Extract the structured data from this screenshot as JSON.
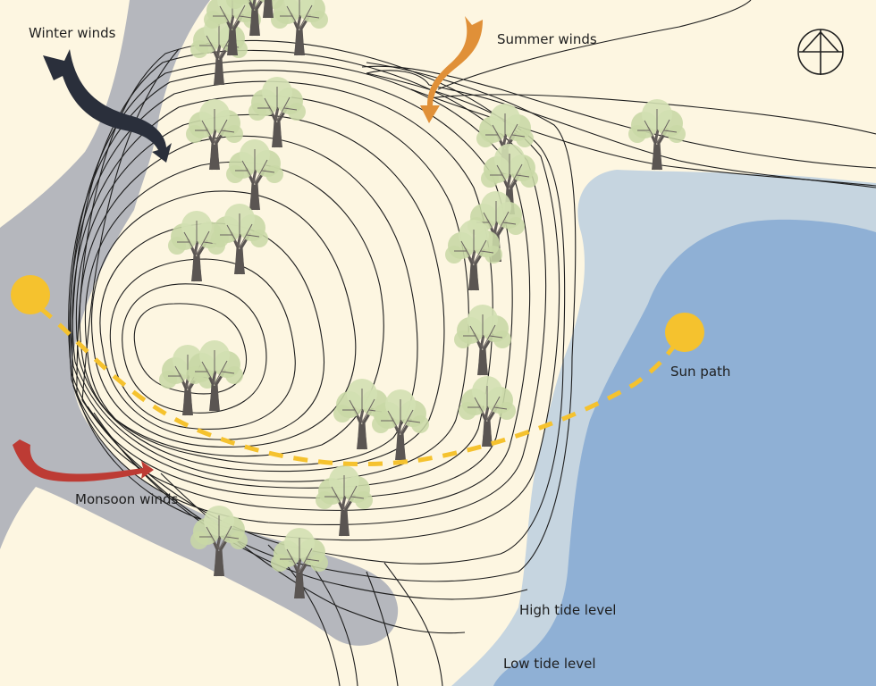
{
  "labels": {
    "winter_winds": "Winter winds",
    "summer_winds": "Summer winds",
    "monsoon_winds": "Monsoon winds",
    "sun_path": "Sun path",
    "high_tide": "High tide level",
    "low_tide": "Low tide level"
  },
  "colors": {
    "land": "#fdf6e1",
    "road": "#b5b7bd",
    "high_tide_water": "#c6d5e0",
    "low_tide_water": "#8fb0d5",
    "winter_arrow": "#2a2f3b",
    "summer_arrow": "#e09038",
    "monsoon_arrow": "#bd3b34",
    "sun": "#f5c22e",
    "contour": "#1e1e1e",
    "foliage": "#c9d8a6",
    "trunk": "#5a5552"
  },
  "icons": [
    "north-symbol-icon",
    "sun-icon",
    "tree-icon",
    "wind-arrow-icon"
  ]
}
